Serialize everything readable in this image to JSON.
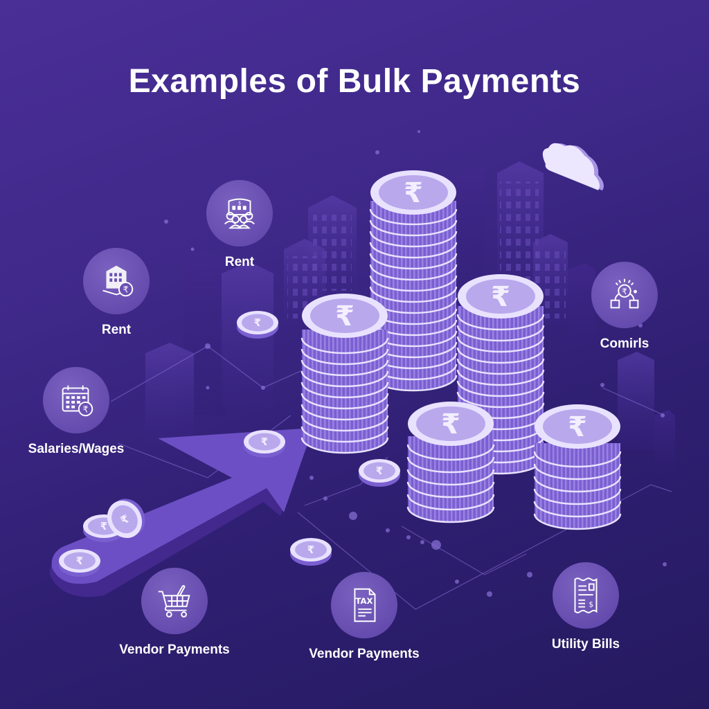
{
  "title": "Examples of Bulk Payments",
  "colors": {
    "background_top": "#4a2f97",
    "background_bottom": "#251a60",
    "coin_face": "#b9a8ec",
    "coin_rim": "#e9e2ff",
    "coin_edge": "#7a5fd0",
    "arrow": "#6c4fc4",
    "icon_circle": "#6a50b3",
    "text": "#ffffff"
  },
  "categories": [
    {
      "id": "rent-building",
      "label": "Rent",
      "icon": "building-rupee-icon"
    },
    {
      "id": "rent-people",
      "label": "Rent",
      "icon": "group-building-icon"
    },
    {
      "id": "salaries",
      "label": "Salaries/Wages",
      "icon": "calendar-rupee-icon"
    },
    {
      "id": "comirls",
      "label": "Comirls",
      "icon": "rupee-network-icon"
    },
    {
      "id": "vendor-cart",
      "label": "Vendor Payments",
      "icon": "shopping-cart-icon"
    },
    {
      "id": "vendor-tax",
      "label": "Vendor Payments",
      "icon": "tax-document-icon"
    },
    {
      "id": "utility",
      "label": "Utility Bills",
      "icon": "receipt-icon"
    }
  ],
  "tax_icon_text": "TAX",
  "currency_symbol": "₹",
  "coin_stacks": [
    {
      "name": "stack-left",
      "coins": 10
    },
    {
      "name": "stack-tall",
      "coins": 16
    },
    {
      "name": "stack-middle-right",
      "coins": 14
    },
    {
      "name": "stack-front-center",
      "coins": 6
    },
    {
      "name": "stack-front-right",
      "coins": 6
    }
  ]
}
